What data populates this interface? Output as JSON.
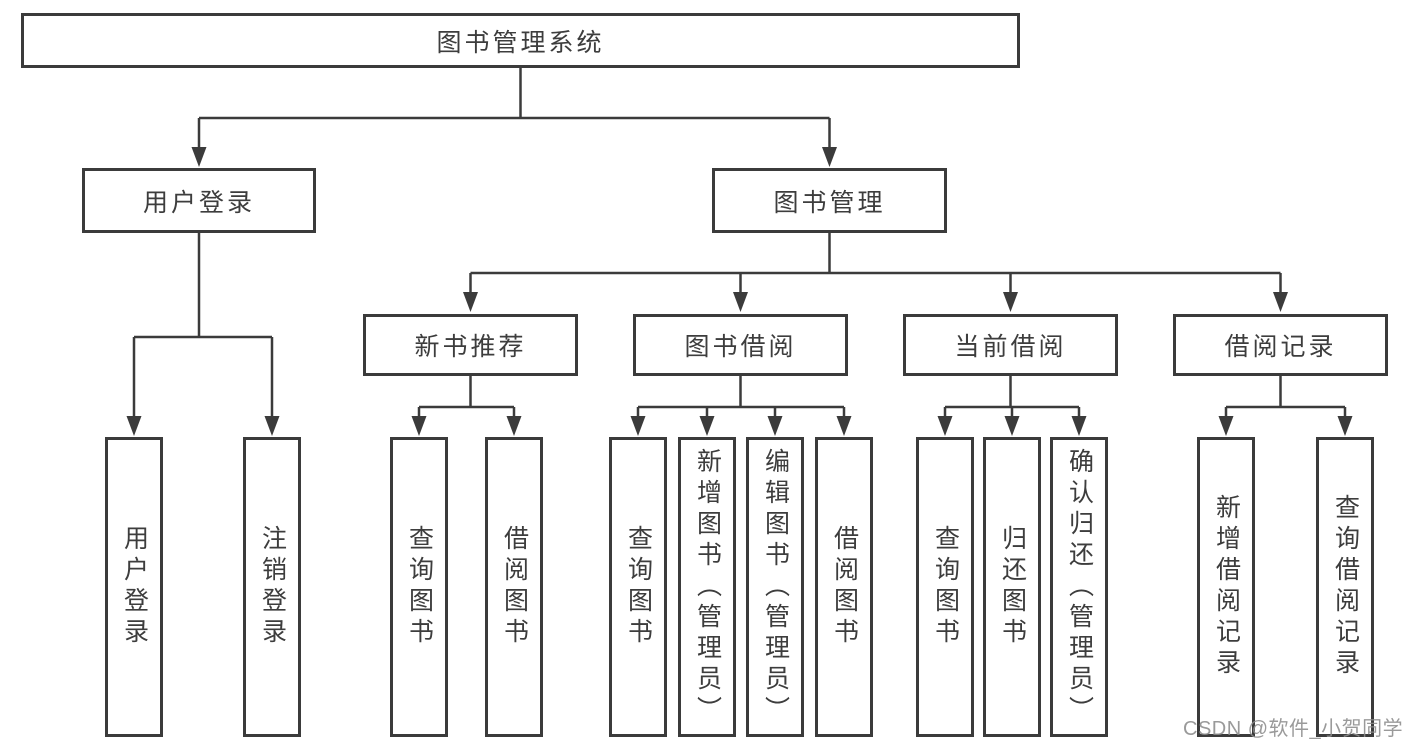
{
  "diagram": {
    "tree": {
      "label": "图书管理系统",
      "children": [
        {
          "label": "用户登录",
          "children": [
            {
              "label": "用户登录"
            },
            {
              "label": "注销登录"
            }
          ]
        },
        {
          "label": "图书管理",
          "children": [
            {
              "label": "新书推荐",
              "children": [
                {
                  "label": "查询图书"
                },
                {
                  "label": "借阅图书"
                }
              ]
            },
            {
              "label": "图书借阅",
              "children": [
                {
                  "label": "查询图书"
                },
                {
                  "label": "新增图书（管理员）"
                },
                {
                  "label": "编辑图书（管理员）"
                },
                {
                  "label": "借阅图书"
                }
              ]
            },
            {
              "label": "当前借阅",
              "children": [
                {
                  "label": "查询图书"
                },
                {
                  "label": "归还图书"
                },
                {
                  "label": "确认归还（管理员）"
                }
              ]
            },
            {
              "label": "借阅记录",
              "children": [
                {
                  "label": "新增借阅记录"
                },
                {
                  "label": "查询借阅记录"
                }
              ]
            }
          ]
        }
      ]
    },
    "colors": {
      "line": "#3b3b3b",
      "box_border": "#3b3b3b",
      "box_fill": "#ffffff",
      "text": "#3d3d3d",
      "watermark": "#8c8c8c"
    }
  },
  "watermark": {
    "text": "CSDN @软件_小贺同学"
  }
}
